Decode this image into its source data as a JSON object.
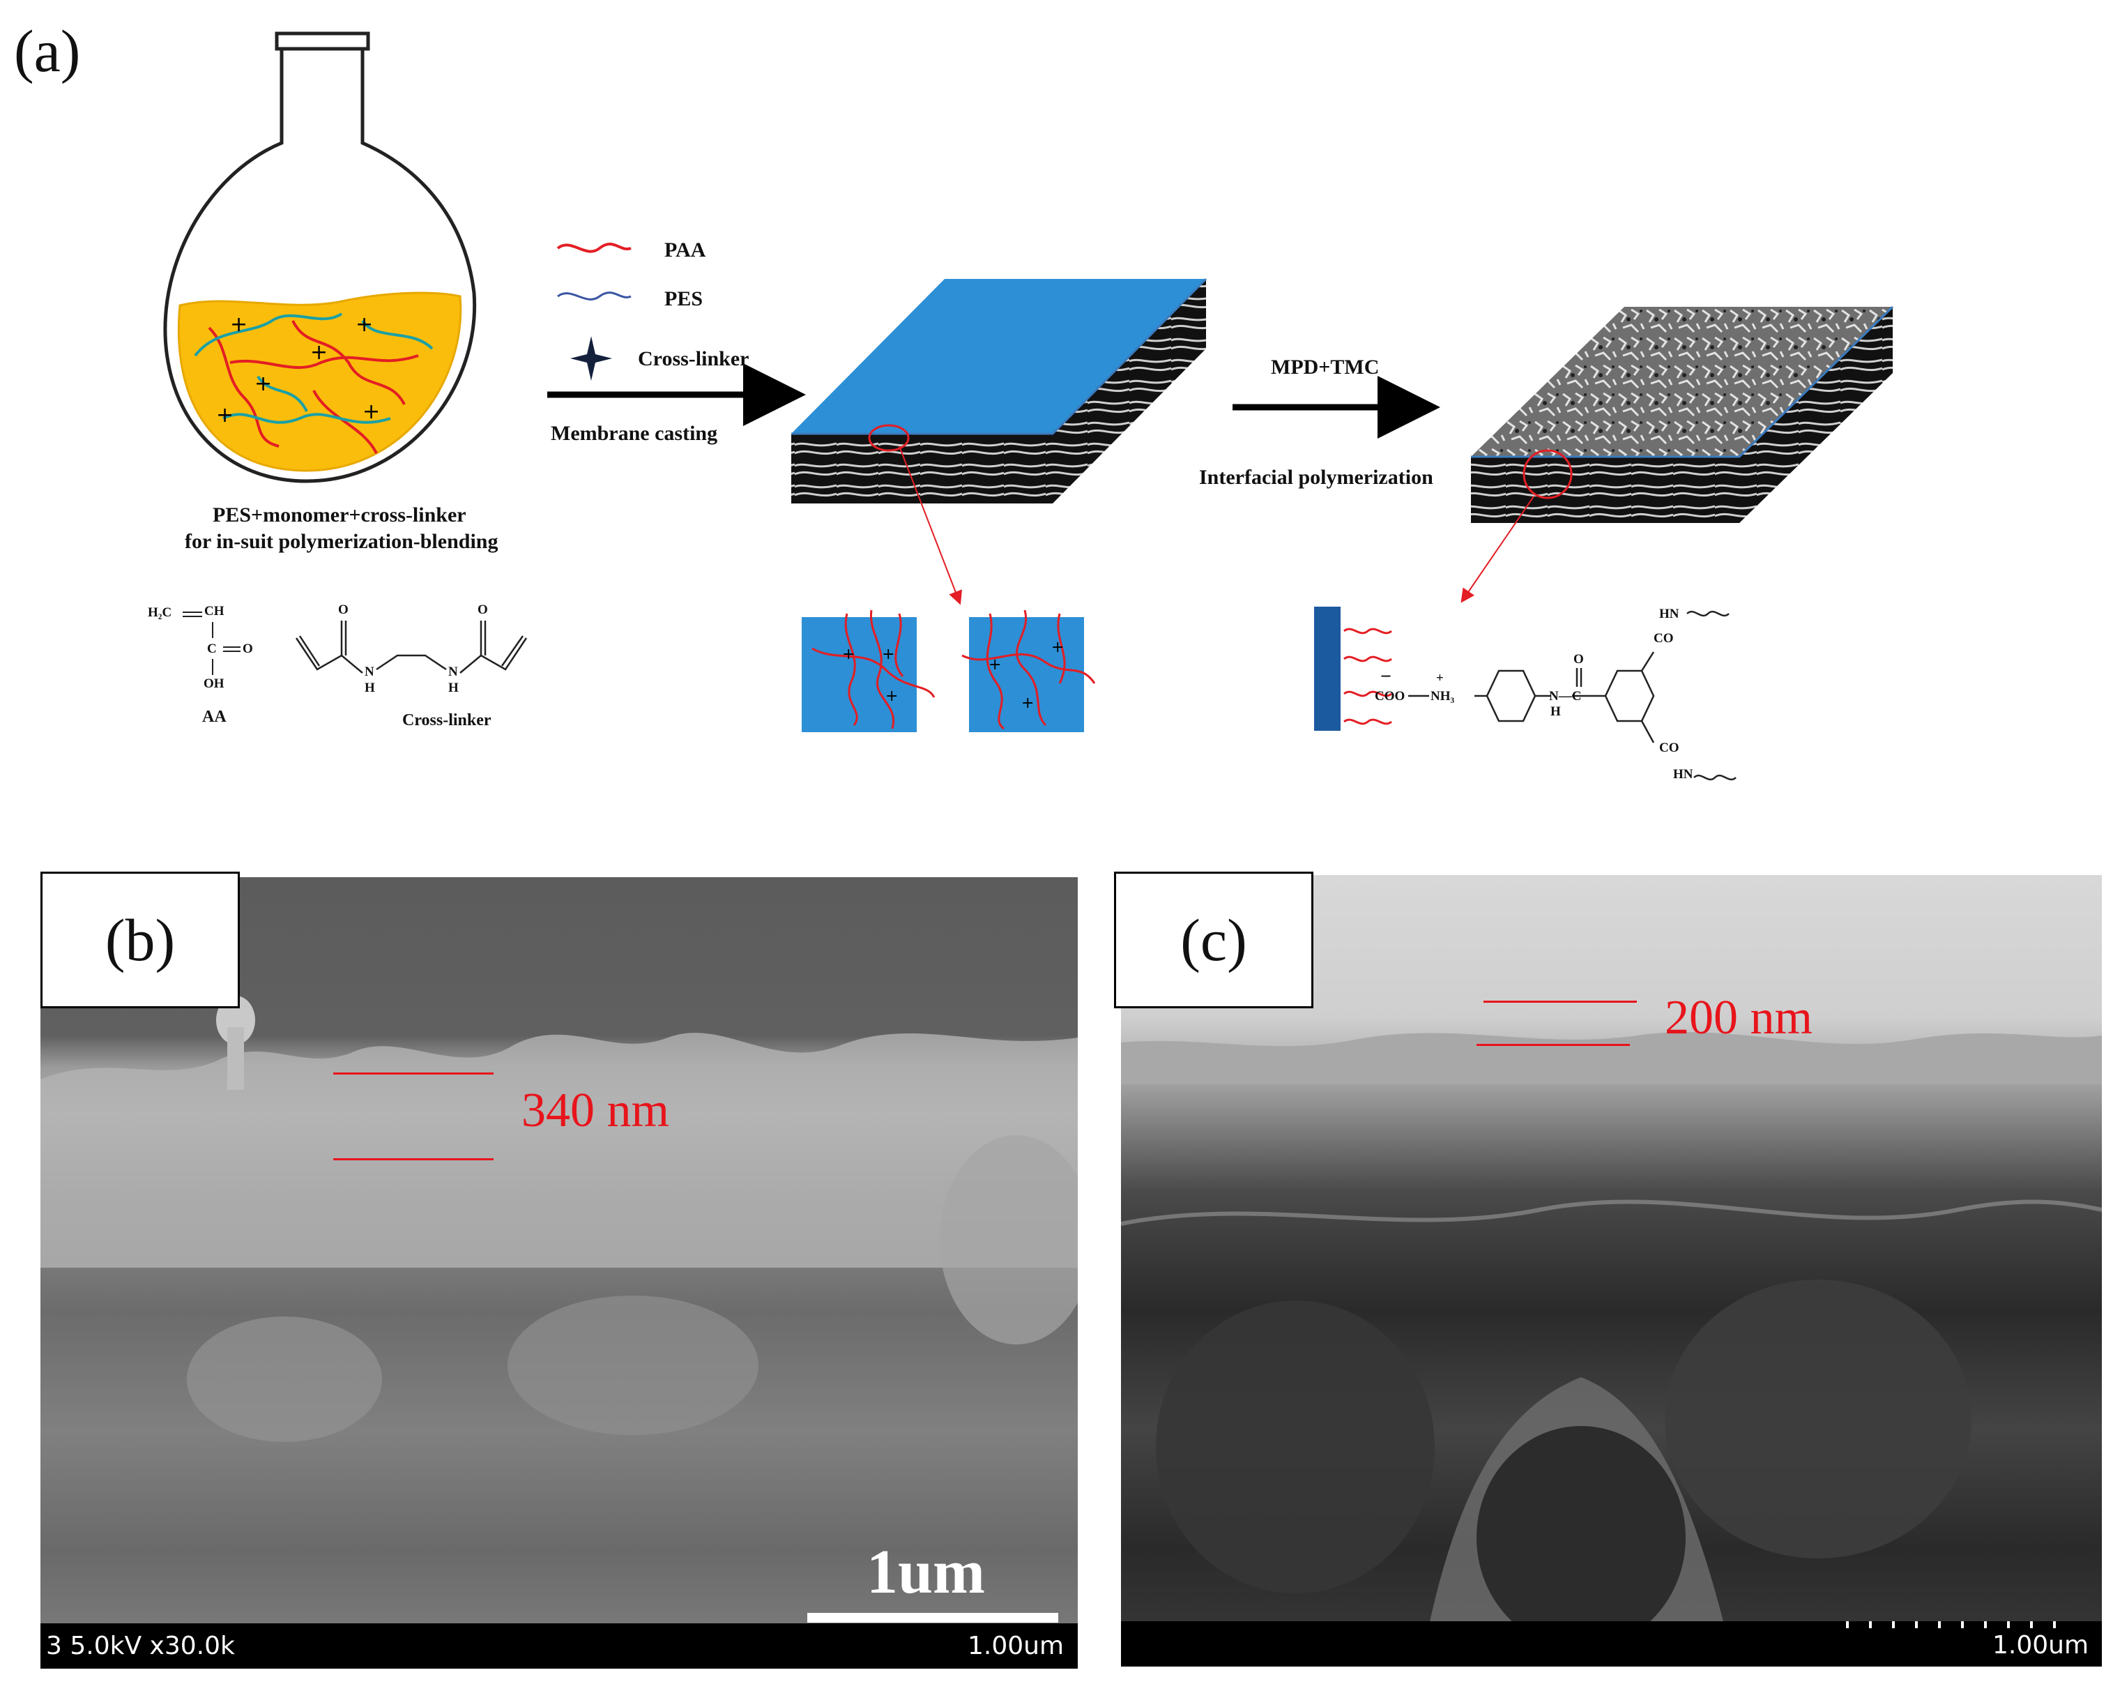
{
  "panel_a": {
    "letter": "(a)",
    "flask_caption_line1": "PES+monomer+cross-linker",
    "flask_caption_line2": "for in-suit polymerization-blending",
    "legend": {
      "paa": "PAA",
      "pes": "PES",
      "crosslinker": "Cross-linker",
      "paa_color": "#e31e24",
      "pes_color": "#3a55a4"
    },
    "step1_label": "Membrane casting",
    "step2_top": "MPD+TMC",
    "step2_bottom": "Interfacial polymerization",
    "aa": {
      "h2c": "H₂C",
      "ch": "CH",
      "c": "C",
      "o": "O",
      "oh": "OH",
      "name": "AA"
    },
    "crosslinker_struct": {
      "o1": "O",
      "o2": "O",
      "n1": "N",
      "n2": "N",
      "h1": "H",
      "h2": "H",
      "name": "Cross-linker"
    },
    "pa_struct": {
      "coo": "COO",
      "minus": "−",
      "plus": "+",
      "nh3": "NH₃",
      "nh": "N—C",
      "h": "H",
      "o": "O",
      "co_top": "CO",
      "hn_top": "HN",
      "co_bot": "CO",
      "hn_bot": "HN"
    },
    "membrane_color": "#2d8fd5"
  },
  "panel_b": {
    "letter": "(b)",
    "thickness": "340 nm",
    "scale_text": "1um",
    "info_left": "3 5.0kV x30.0k",
    "info_right": "1.00um"
  },
  "panel_c": {
    "letter": "(c)",
    "thickness": "200 nm",
    "info_right": "1.00um"
  }
}
